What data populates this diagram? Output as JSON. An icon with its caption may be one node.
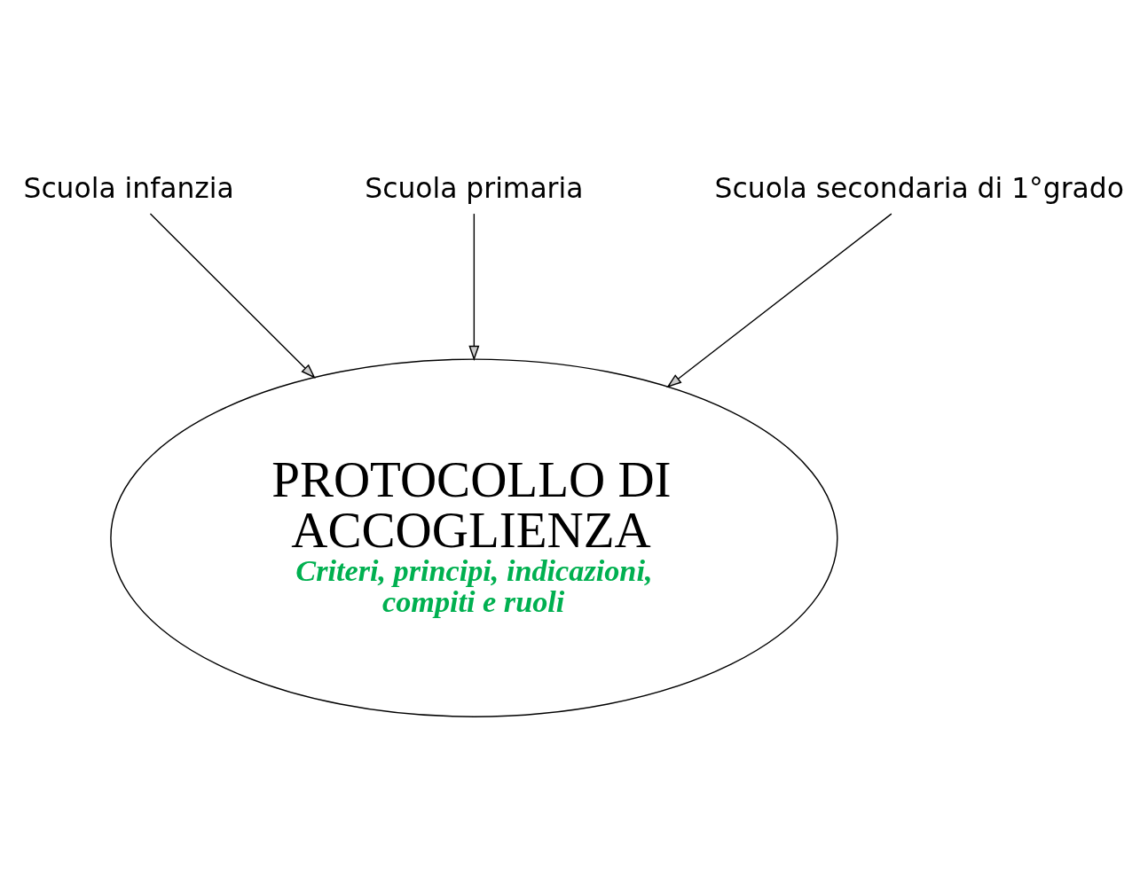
{
  "diagram": {
    "nodes": [
      {
        "text": [
          "Scuola infanzia"
        ]
      },
      {
        "text": [
          "Scuola primaria"
        ]
      },
      {
        "text": [
          "Scuola secondaria di 1°grado"
        ]
      },
      {
        "text": [
          "PROTOCOLLO DI ACCOGLIENZA",
          "Criteri, principi, indicazioni, compiti e ruoli"
        ]
      }
    ],
    "edges": [
      {
        "from": 0,
        "to": 3,
        "arrow": "to"
      },
      {
        "from": 1,
        "to": 3,
        "arrow": "to"
      },
      {
        "from": 2,
        "to": 3,
        "arrow": "to"
      }
    ]
  }
}
